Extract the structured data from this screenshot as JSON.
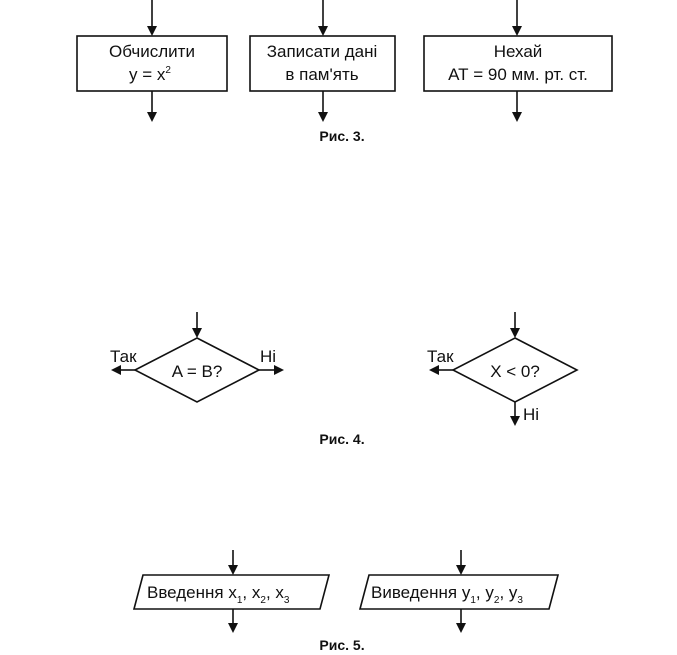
{
  "figure3": {
    "caption": "Рис. 3.",
    "blocks": [
      {
        "line1": "Обчислити",
        "line2_text": "y = x",
        "line2_sup": "2"
      },
      {
        "line1": "Записати дані",
        "line2": "в пам'ять"
      },
      {
        "line1": "Нехай",
        "line2": "АТ = 90 мм. рт. ст."
      }
    ]
  },
  "figure4": {
    "caption": "Рис. 4.",
    "decision1": {
      "condition": "A = B?",
      "left_label": "Так",
      "right_label": "Ні"
    },
    "decision2": {
      "condition": "X < 0?",
      "left_label": "Так",
      "bottom_label": "Ні"
    }
  },
  "figure5": {
    "caption": "Рис. 5.",
    "input": {
      "prefix": "Введення",
      "var": "x",
      "subs": [
        "1",
        "2",
        "3"
      ]
    },
    "output": {
      "prefix": "Виведення",
      "var": "y",
      "subs": [
        "1",
        "2",
        "3"
      ]
    }
  }
}
